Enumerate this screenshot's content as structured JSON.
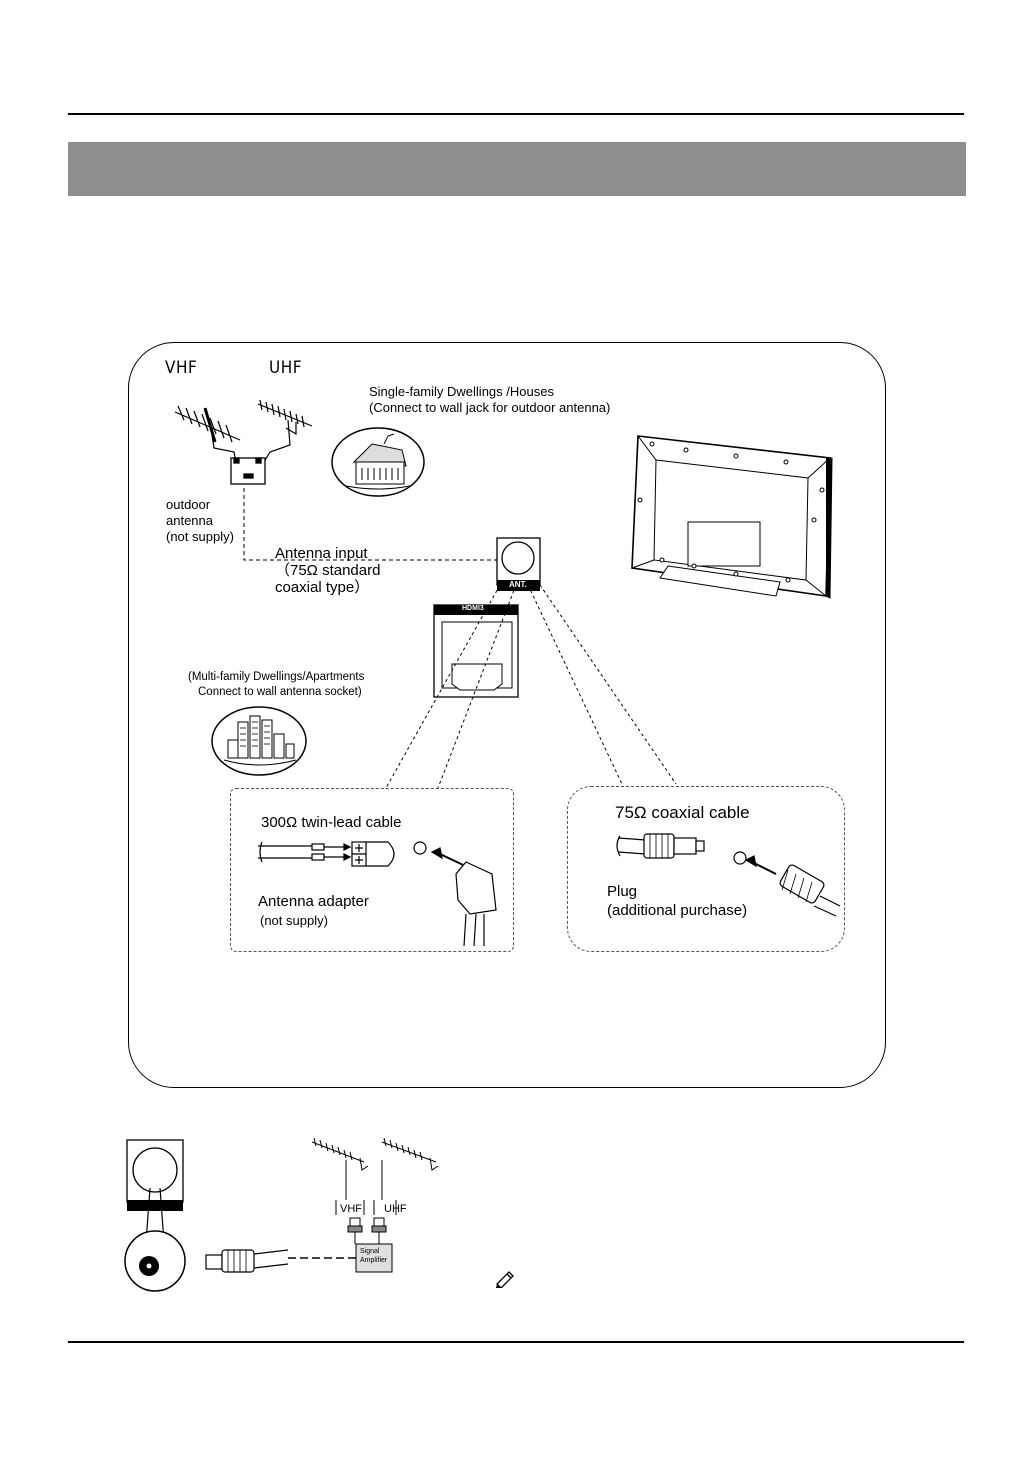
{
  "main_diagram": {
    "vhf_label": "VHF",
    "uhf_label": "UHF",
    "single_family": {
      "line1": "Single-family Dwellings /Houses",
      "line2": "(Connect to wall jack for outdoor antenna)"
    },
    "outdoor_antenna": {
      "line1": "outdoor",
      "line2": "antenna",
      "line3": "(not supply)"
    },
    "antenna_input": {
      "line1": "Antenna input",
      "line2": "（75Ω standard",
      "line3": "coaxial type）"
    },
    "ant_port_label": "ANT.",
    "hdmi_label": "HDMI3",
    "multi_family": {
      "line1": "(Multi-family Dwellings/Apartments",
      "line2": "Connect to wall antenna socket)"
    },
    "twin_lead_box": {
      "title": "300Ω twin-lead cable",
      "adapter": "Antenna adapter",
      "adapter_note": "(not supply)"
    },
    "coax_box": {
      "title": "75Ω coaxial cable",
      "plug": "Plug",
      "plug_note": "(additional purchase)"
    }
  },
  "bottom_diagram": {
    "vhf_label": "VHF",
    "uhf_label": "UHF",
    "amplifier_line1": "Signal",
    "amplifier_line2": "Amplifier"
  },
  "icons": [
    "pencil-note-icon"
  ]
}
